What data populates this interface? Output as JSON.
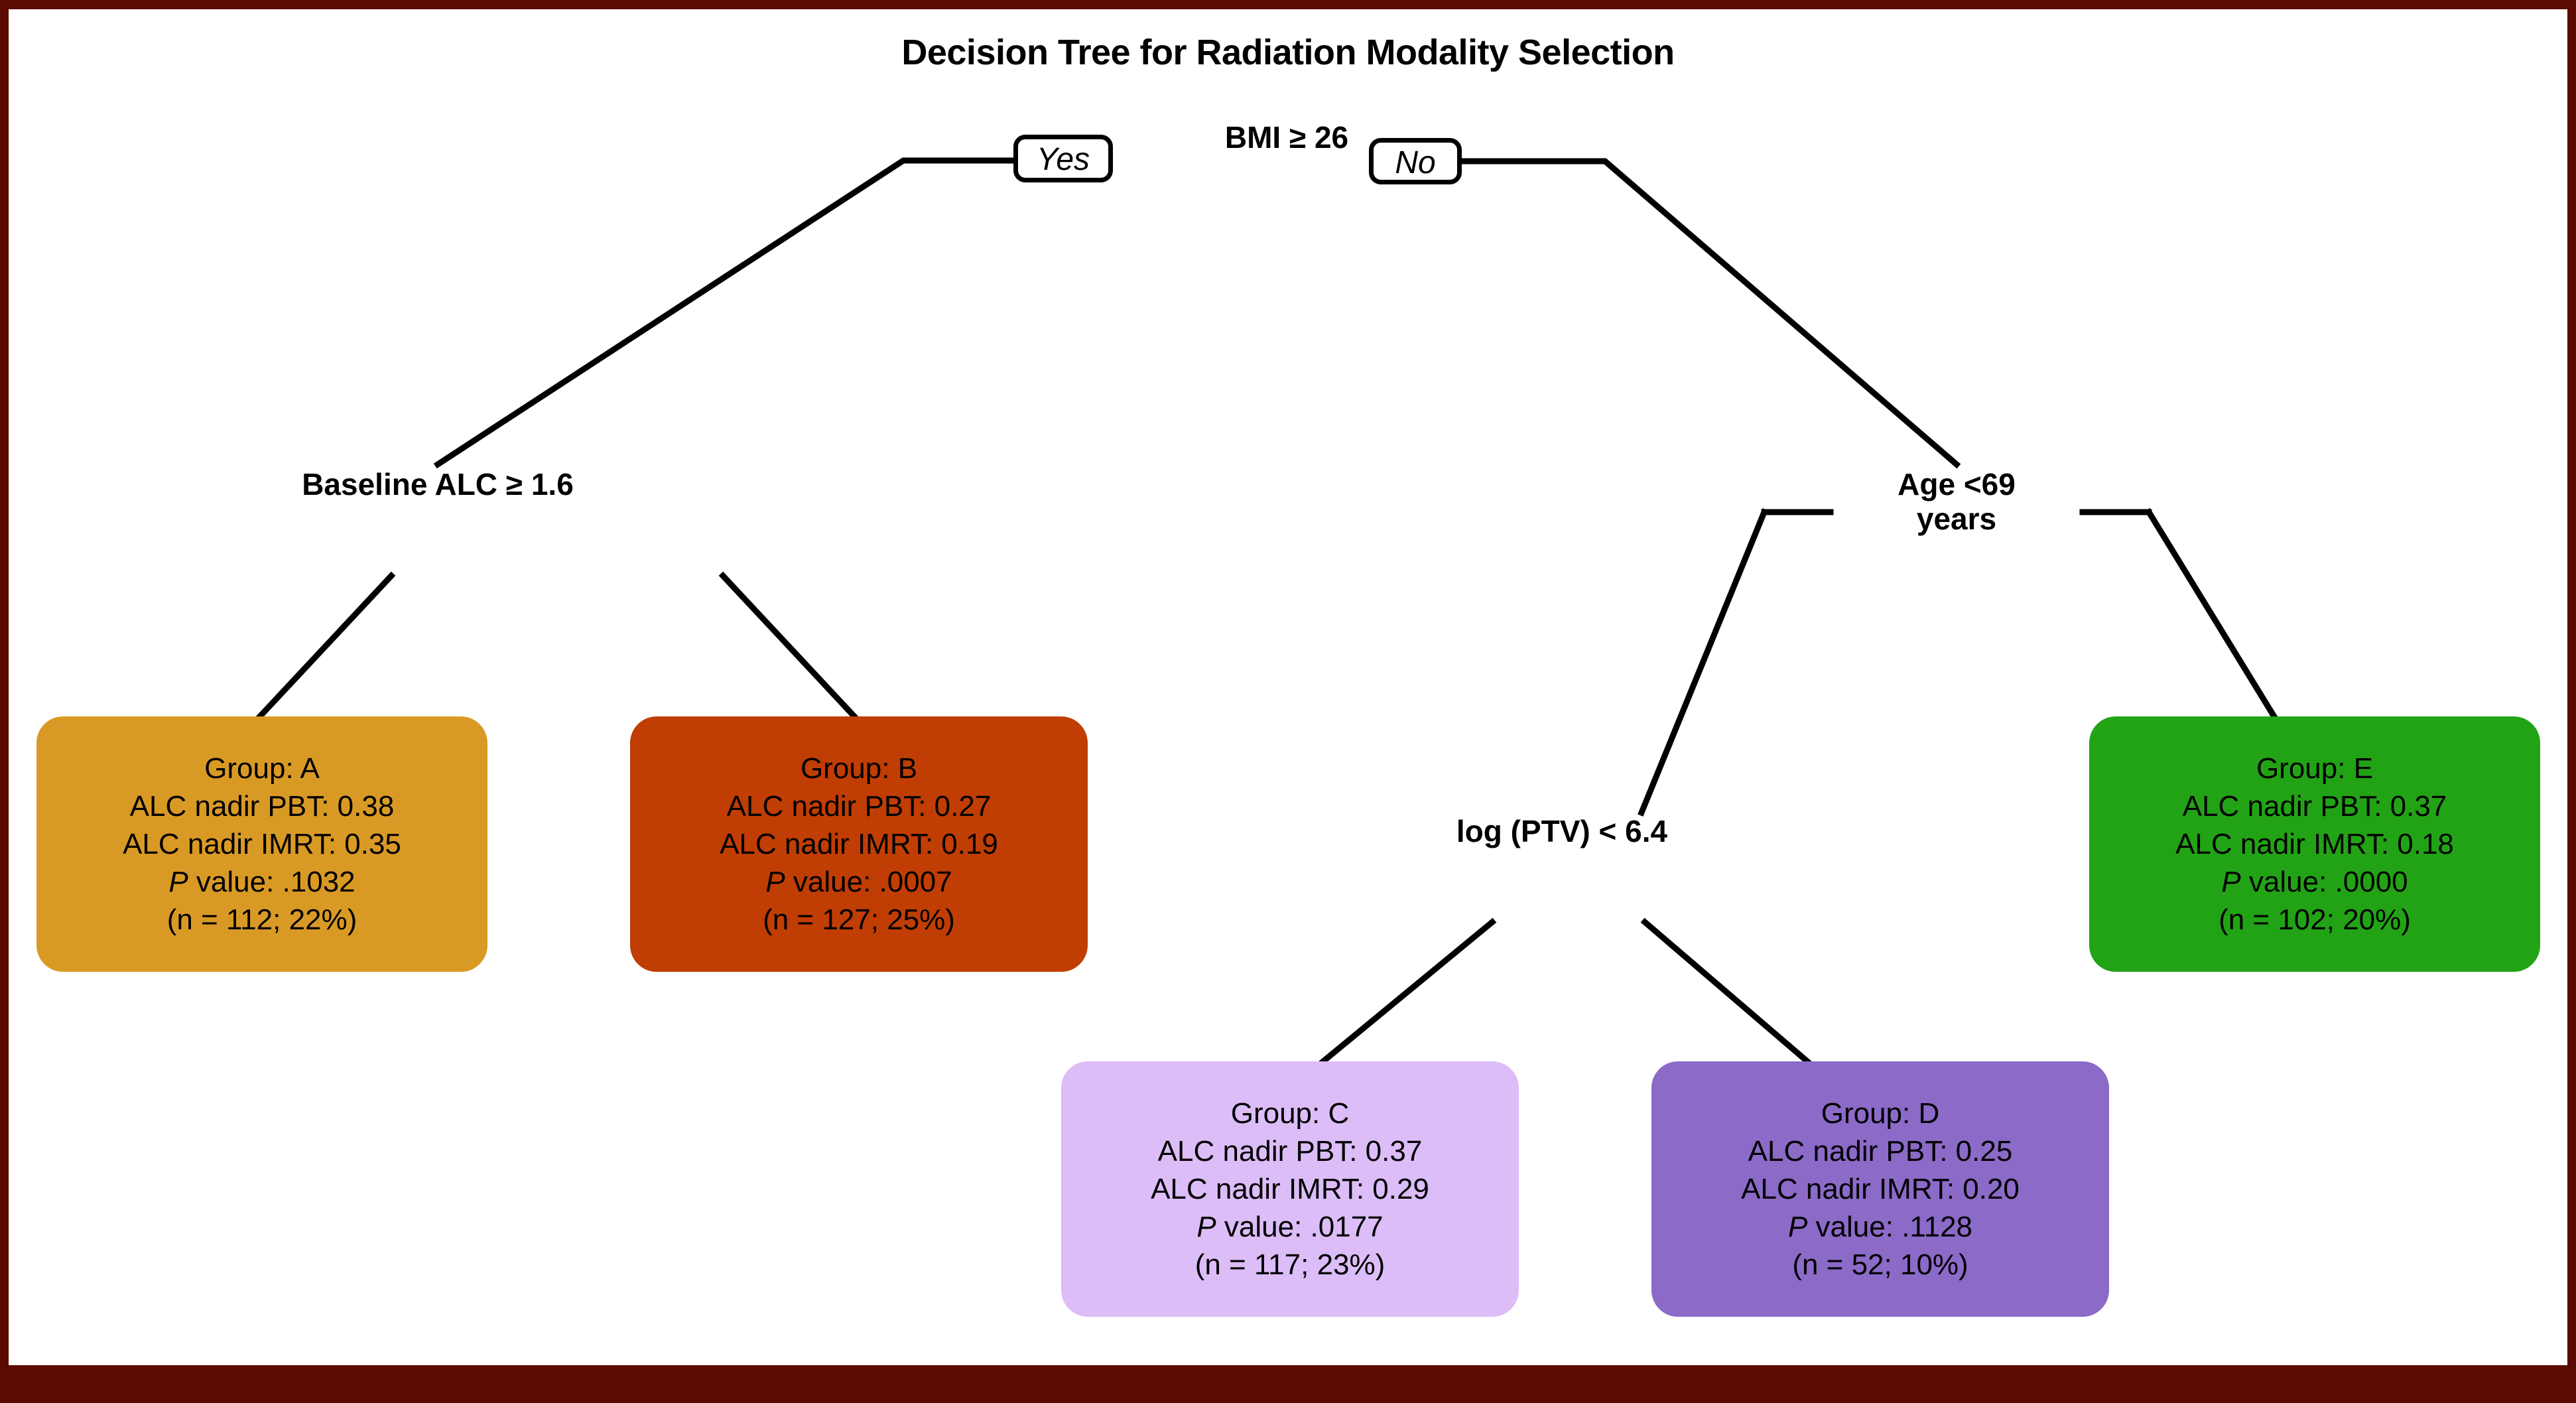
{
  "figure": {
    "title": "Decision Tree for Radiation Modality Selection",
    "border_color": "#5c0b00",
    "background_color": "#ffffff"
  },
  "decision_nodes": {
    "root": {
      "label": "BMI ≥ 26",
      "yes_label": "Yes",
      "no_label": "No"
    },
    "baseline_alc": {
      "label": "Baseline ALC ≥ 1.6"
    },
    "age": {
      "line1": "Age <69",
      "line2": "years"
    },
    "log_ptv": {
      "label": "log (PTV) < 6.4"
    }
  },
  "leaves": [
    {
      "id": "A",
      "group": "Group: A",
      "pbt": "ALC nadir PBT: 0.38",
      "imrt": "ALC nadir IMRT: 0.35",
      "p_prefix": "P",
      "p_value": " value: .1032",
      "n": "(n = 112; 22%)",
      "color": "#d99a25"
    },
    {
      "id": "B",
      "group": "Group: B",
      "pbt": "ALC nadir PBT: 0.27",
      "imrt": "ALC nadir IMRT: 0.19",
      "p_prefix": "P",
      "p_value": " value: .0007",
      "n": "(n = 127; 25%)",
      "color": "#c03d04"
    },
    {
      "id": "C",
      "group": "Group: C",
      "pbt": "ALC nadir PBT: 0.37",
      "imrt": "ALC nadir IMRT: 0.29",
      "p_prefix": "P",
      "p_value": " value: .0177",
      "n": "(n = 117; 23%)",
      "color": "#dcbdf7"
    },
    {
      "id": "D",
      "group": "Group: D",
      "pbt": "ALC nadir PBT: 0.25",
      "imrt": "ALC nadir IMRT: 0.20",
      "p_prefix": "P",
      "p_value": " value: .1128",
      "n": "(n = 52; 10%)",
      "color": "#8b6ac8"
    },
    {
      "id": "E",
      "group": "Group: E",
      "pbt": "ALC nadir PBT: 0.37",
      "imrt": "ALC nadir IMRT: 0.18",
      "p_prefix": "P",
      "p_value": " value: .0000",
      "n": "(n = 102; 20%)",
      "color": "#22a316"
    }
  ],
  "chart_data": {
    "type": "tree",
    "title": "Decision Tree for Radiation Modality Selection",
    "root": {
      "question": "BMI ≥ 26",
      "branches": [
        {
          "answer": "Yes",
          "question": "Baseline ALC ≥ 1.6",
          "children": [
            {
              "group": "A",
              "alc_nadir_pbt": 0.38,
              "alc_nadir_imrt": 0.35,
              "p_value": ".1032",
              "n": 112,
              "percent": 22,
              "color": "#d99a25"
            },
            {
              "group": "B",
              "alc_nadir_pbt": 0.27,
              "alc_nadir_imrt": 0.19,
              "p_value": ".0007",
              "n": 127,
              "percent": 25,
              "color": "#c03d04"
            }
          ]
        },
        {
          "answer": "No",
          "question": "Age <69 years",
          "children": [
            {
              "question": "log (PTV) < 6.4",
              "children": [
                {
                  "group": "C",
                  "alc_nadir_pbt": 0.37,
                  "alc_nadir_imrt": 0.29,
                  "p_value": ".0177",
                  "n": 117,
                  "percent": 23,
                  "color": "#dcbdf7"
                },
                {
                  "group": "D",
                  "alc_nadir_pbt": 0.25,
                  "alc_nadir_imrt": 0.2,
                  "p_value": ".1128",
                  "n": 52,
                  "percent": 10,
                  "color": "#8b6ac8"
                }
              ]
            },
            {
              "group": "E",
              "alc_nadir_pbt": 0.37,
              "alc_nadir_imrt": 0.18,
              "p_value": ".0000",
              "n": 102,
              "percent": 20,
              "color": "#22a316"
            }
          ]
        }
      ]
    }
  }
}
